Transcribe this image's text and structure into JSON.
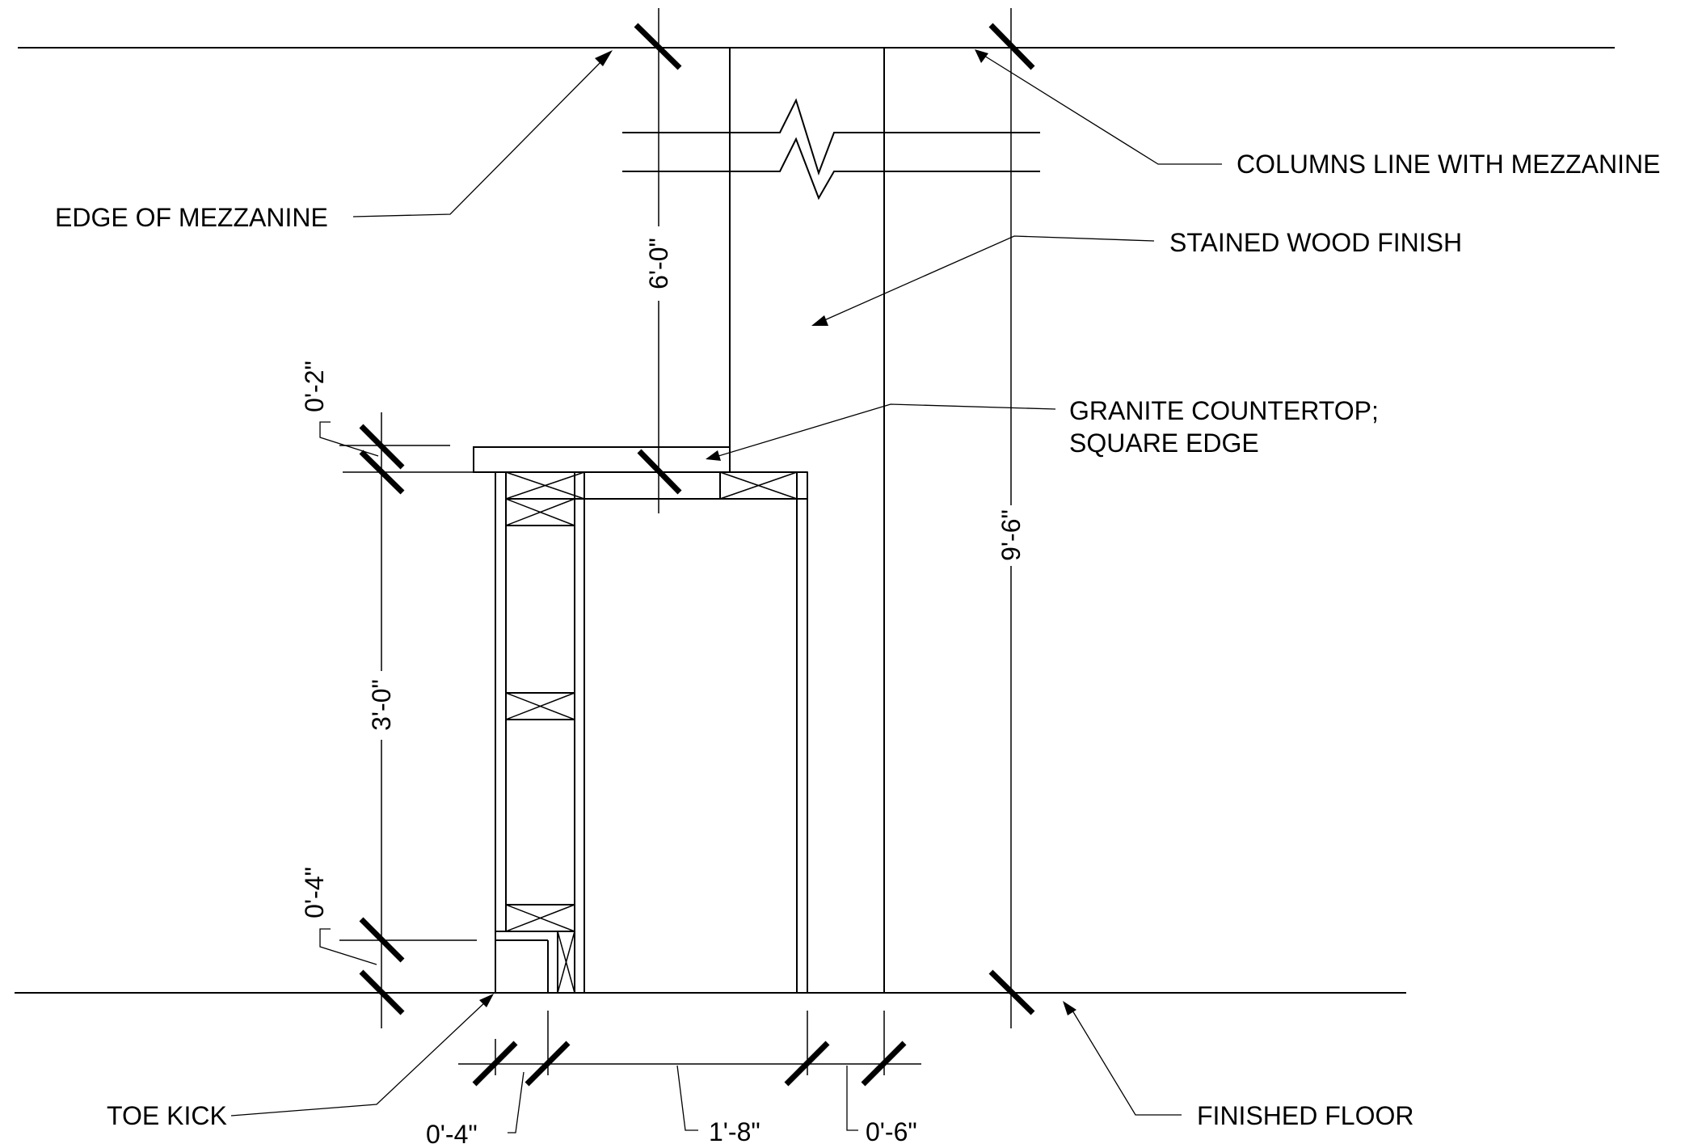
{
  "labels": {
    "edge_of_mezzanine": "EDGE OF MEZZANINE",
    "columns_line": "COLUMNS LINE WITH MEZZANINE",
    "stained_wood": "STAINED WOOD FINISH",
    "granite_line1": "GRANITE COUNTERTOP;",
    "granite_line2": "SQUARE EDGE",
    "toe_kick": "TOE KICK",
    "finished_floor": "FINISHED FLOOR"
  },
  "dimensions": {
    "column_height": "6'-0\"",
    "total_height": "9'-6\"",
    "countertop_thickness": "0'-2\"",
    "cabinet_height": "3'-0\"",
    "toe_kick_height": "0'-4\"",
    "toe_kick_depth": "0'-4\"",
    "cabinet_depth": "1'-8\"",
    "column_offset": "0'-6\""
  }
}
